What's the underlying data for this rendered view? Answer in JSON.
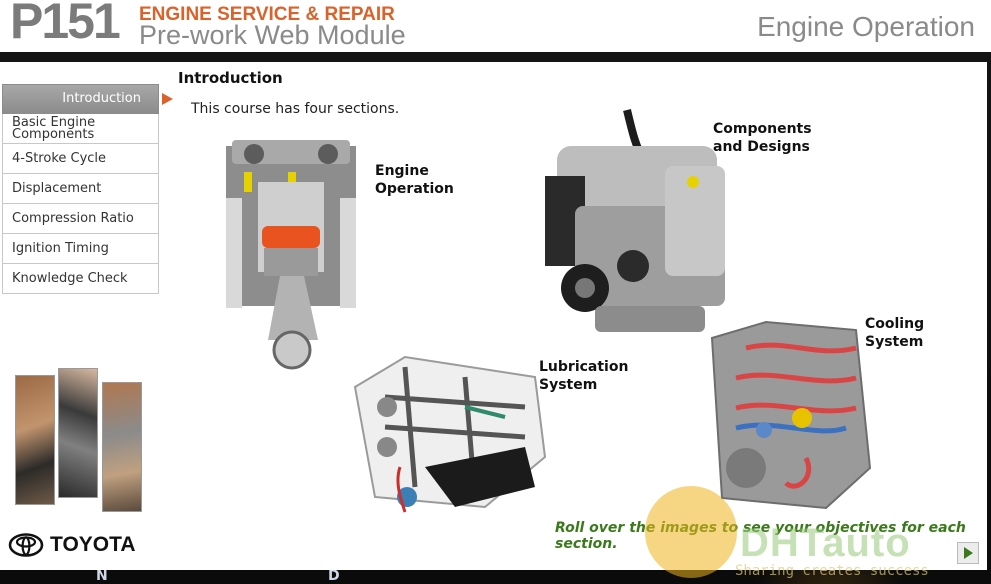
{
  "header": {
    "course_code": "P151",
    "course_line1": "ENGINE SERVICE & REPAIR",
    "course_line2": "Pre-work Web Module",
    "page_title": "Engine Operation"
  },
  "nav": {
    "items": [
      {
        "label": "Introduction",
        "active": true
      },
      {
        "label": "Basic Engine Components",
        "active": false
      },
      {
        "label": "4-Stroke Cycle",
        "active": false
      },
      {
        "label": "Displacement",
        "active": false
      },
      {
        "label": "Compression Ratio",
        "active": false
      },
      {
        "label": "Ignition Timing",
        "active": false
      },
      {
        "label": "Knowledge Check",
        "active": false
      }
    ]
  },
  "main": {
    "title": "Introduction",
    "text": "This course has four sections.",
    "sections": {
      "engine_operation": "Engine Operation",
      "components_designs": "Components and Designs",
      "lubrication": "Lubrication System",
      "cooling": "Cooling System"
    },
    "rollover": "Roll over the images to see your objectives for each section."
  },
  "brand": {
    "name": "TOYOTA"
  },
  "watermark": {
    "text": "DHTauto",
    "subtitle": "Sharing creates success"
  },
  "dashboard": {
    "letters": [
      "N",
      "D"
    ]
  },
  "colors": {
    "accent": "#d9632b",
    "green": "#3a7a1a",
    "nav_active": "#9a9a9a"
  }
}
